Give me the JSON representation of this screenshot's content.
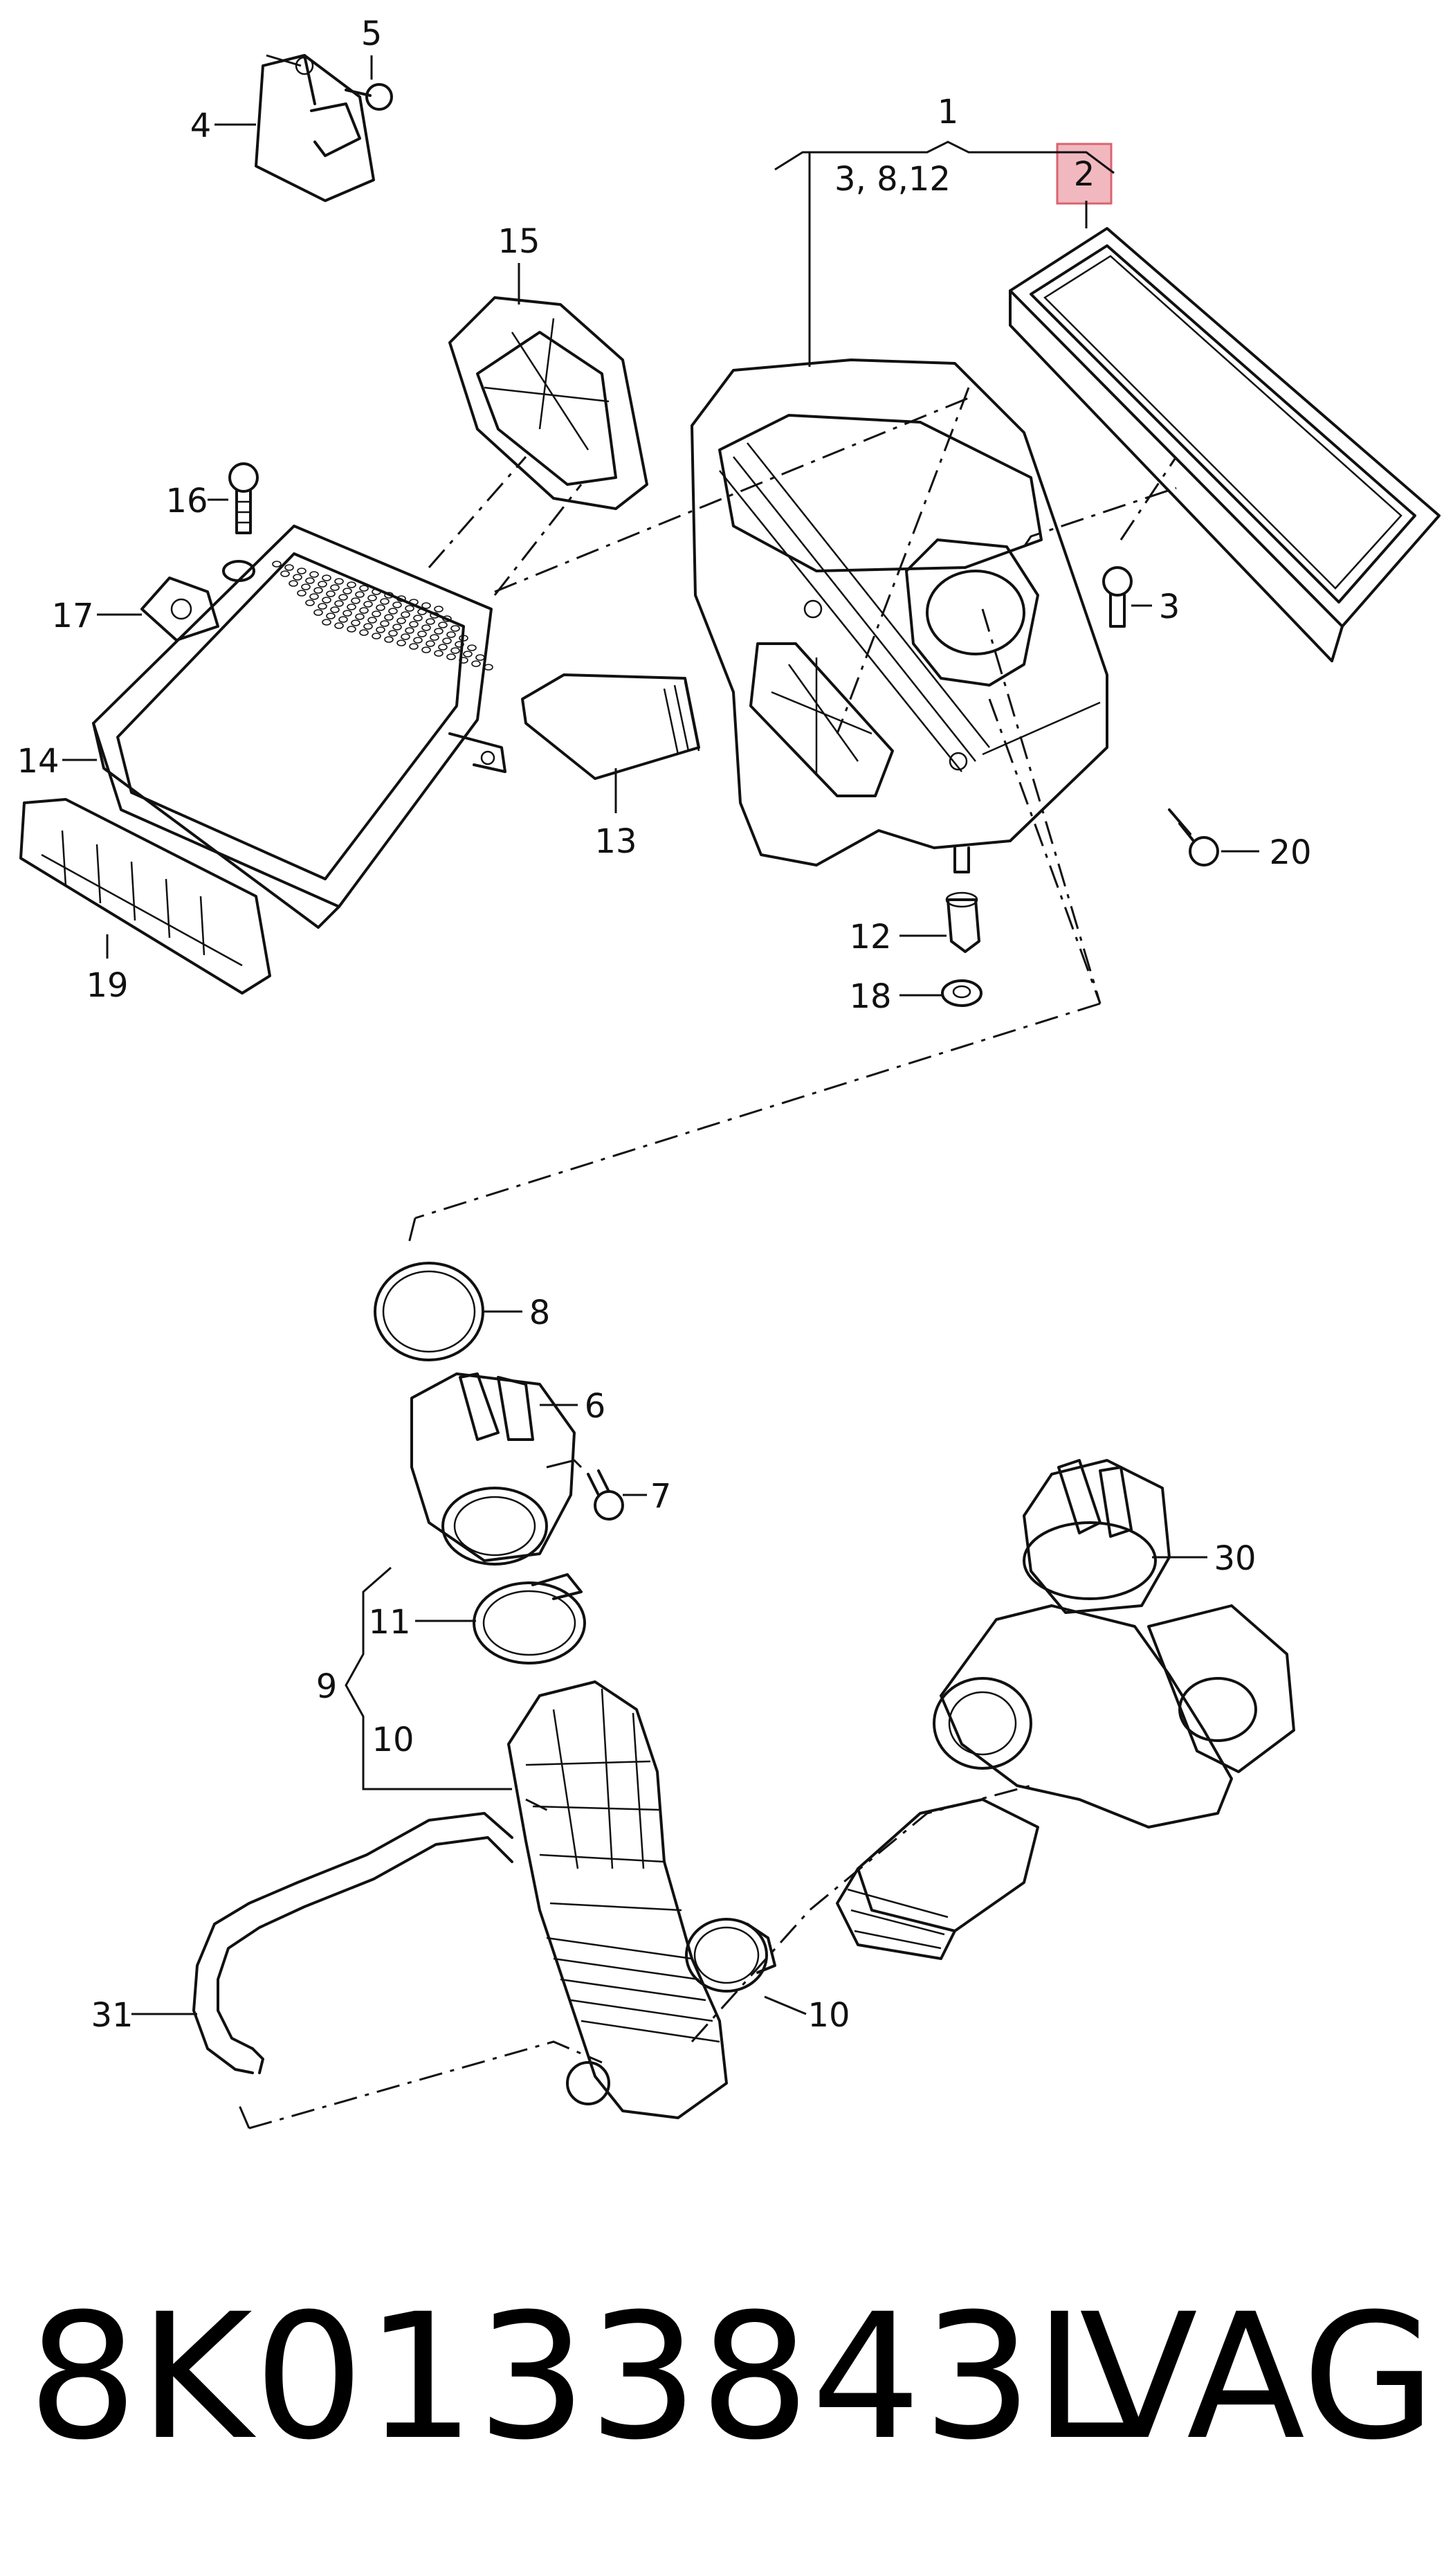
{
  "callouts": [
    {
      "id": "c1",
      "text": "1"
    },
    {
      "id": "c2",
      "text": "2"
    },
    {
      "id": "c3a",
      "text": "3, 8,12"
    },
    {
      "id": "c3",
      "text": "3"
    },
    {
      "id": "c4",
      "text": "4"
    },
    {
      "id": "c5",
      "text": "5"
    },
    {
      "id": "c6",
      "text": "6"
    },
    {
      "id": "c7",
      "text": "7"
    },
    {
      "id": "c8",
      "text": "8"
    },
    {
      "id": "c9",
      "text": "9"
    },
    {
      "id": "c10a",
      "text": "10"
    },
    {
      "id": "c10b",
      "text": "10"
    },
    {
      "id": "c11",
      "text": "11"
    },
    {
      "id": "c12",
      "text": "12"
    },
    {
      "id": "c13",
      "text": "13"
    },
    {
      "id": "c14",
      "text": "14"
    },
    {
      "id": "c15",
      "text": "15"
    },
    {
      "id": "c16",
      "text": "16"
    },
    {
      "id": "c17",
      "text": "17"
    },
    {
      "id": "c18",
      "text": "18"
    },
    {
      "id": "c19",
      "text": "19"
    },
    {
      "id": "c20",
      "text": "20"
    },
    {
      "id": "c30",
      "text": "30"
    },
    {
      "id": "c31",
      "text": "31"
    }
  ],
  "highlight_color": "#f2b8c0",
  "footer": {
    "part_number": "8K0133843L",
    "brand": "VAG"
  }
}
